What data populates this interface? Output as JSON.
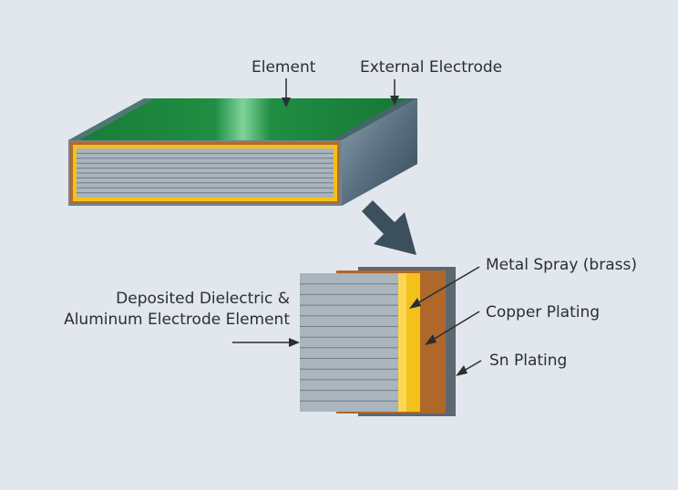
{
  "labels": {
    "element": "Element",
    "external_electrode": "External Electrode",
    "dielectric_line1": "Deposited Dielectric &",
    "dielectric_line2": "Aluminum Electrode Element",
    "metal_spray": "Metal Spray (brass)",
    "copper_plating": "Copper Plating",
    "sn_plating": "Sn Plating"
  },
  "colors": {
    "background": "#e1e7ec",
    "element_green": "#1f8a3f",
    "electrode_steel": "#4d6272",
    "layer_gray": "#aab5bd",
    "brass_yellow": "#f2c21b",
    "copper": "#b0672a",
    "sn_gray": "#5c6770",
    "arrow": "#3c4f5c"
  }
}
